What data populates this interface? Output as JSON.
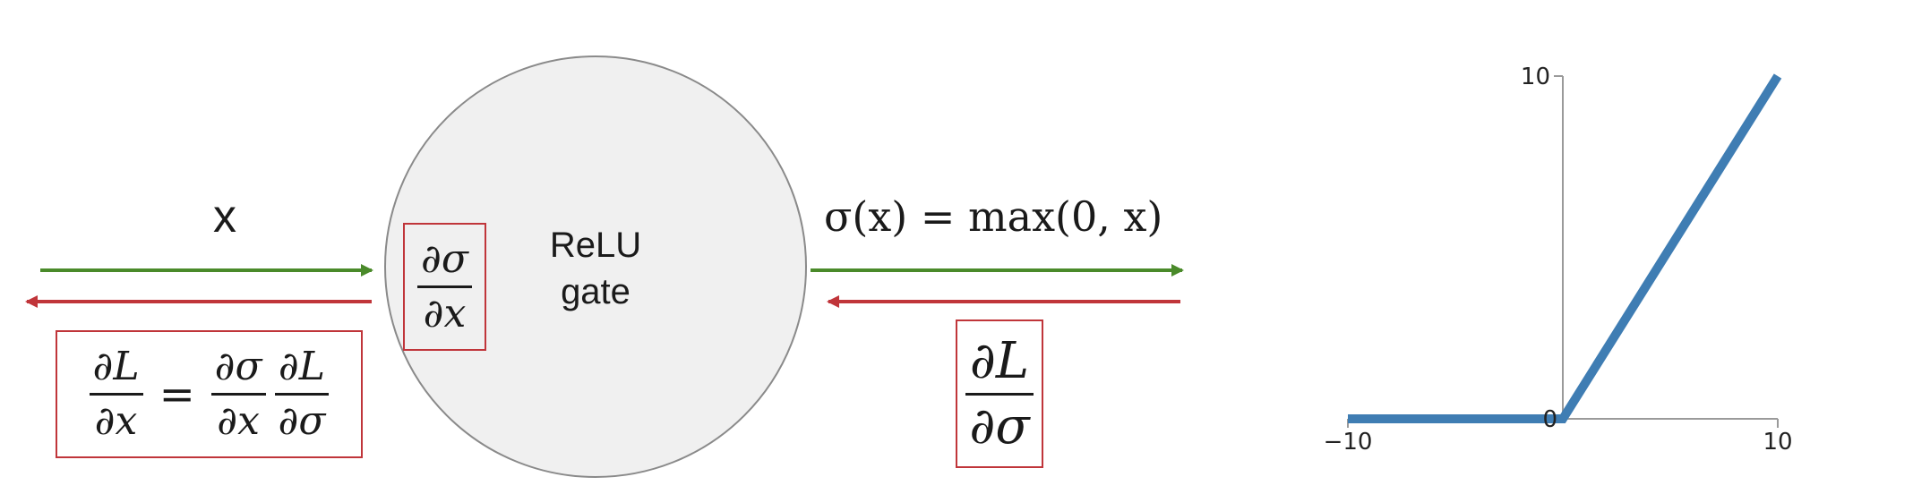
{
  "diagram": {
    "input_label": "x",
    "gate_label_line1": "ReLU",
    "gate_label_line2": "gate",
    "local_grad": {
      "num": "∂σ",
      "den": "∂x"
    },
    "output_formula": "σ(x) = max(0, x)",
    "upstream_grad": {
      "num": "∂L",
      "den": "∂σ"
    },
    "chain_rule": {
      "lhs": {
        "num": "∂L",
        "den": "∂x"
      },
      "eq": "=",
      "r1": {
        "num": "∂σ",
        "den": "∂x"
      },
      "r2": {
        "num": "∂L",
        "den": "∂σ"
      }
    },
    "colors": {
      "forward": "#4a8a2a",
      "backward": "#c0353a",
      "gate_fill": "#f0f0f0",
      "gate_stroke": "#8a8a8a",
      "box": "#c0353a"
    }
  },
  "chart_data": {
    "type": "line",
    "series": [
      {
        "x": [
          -10,
          0,
          10
        ],
        "y": [
          0,
          0,
          10
        ]
      }
    ],
    "xlim": [
      -10,
      10
    ],
    "ylim": [
      0,
      10
    ],
    "x_ticks": [
      "−10",
      "10"
    ],
    "y_ticks": [
      "10"
    ],
    "origin_label": "0",
    "color": "#3f7db3",
    "grid": false
  }
}
